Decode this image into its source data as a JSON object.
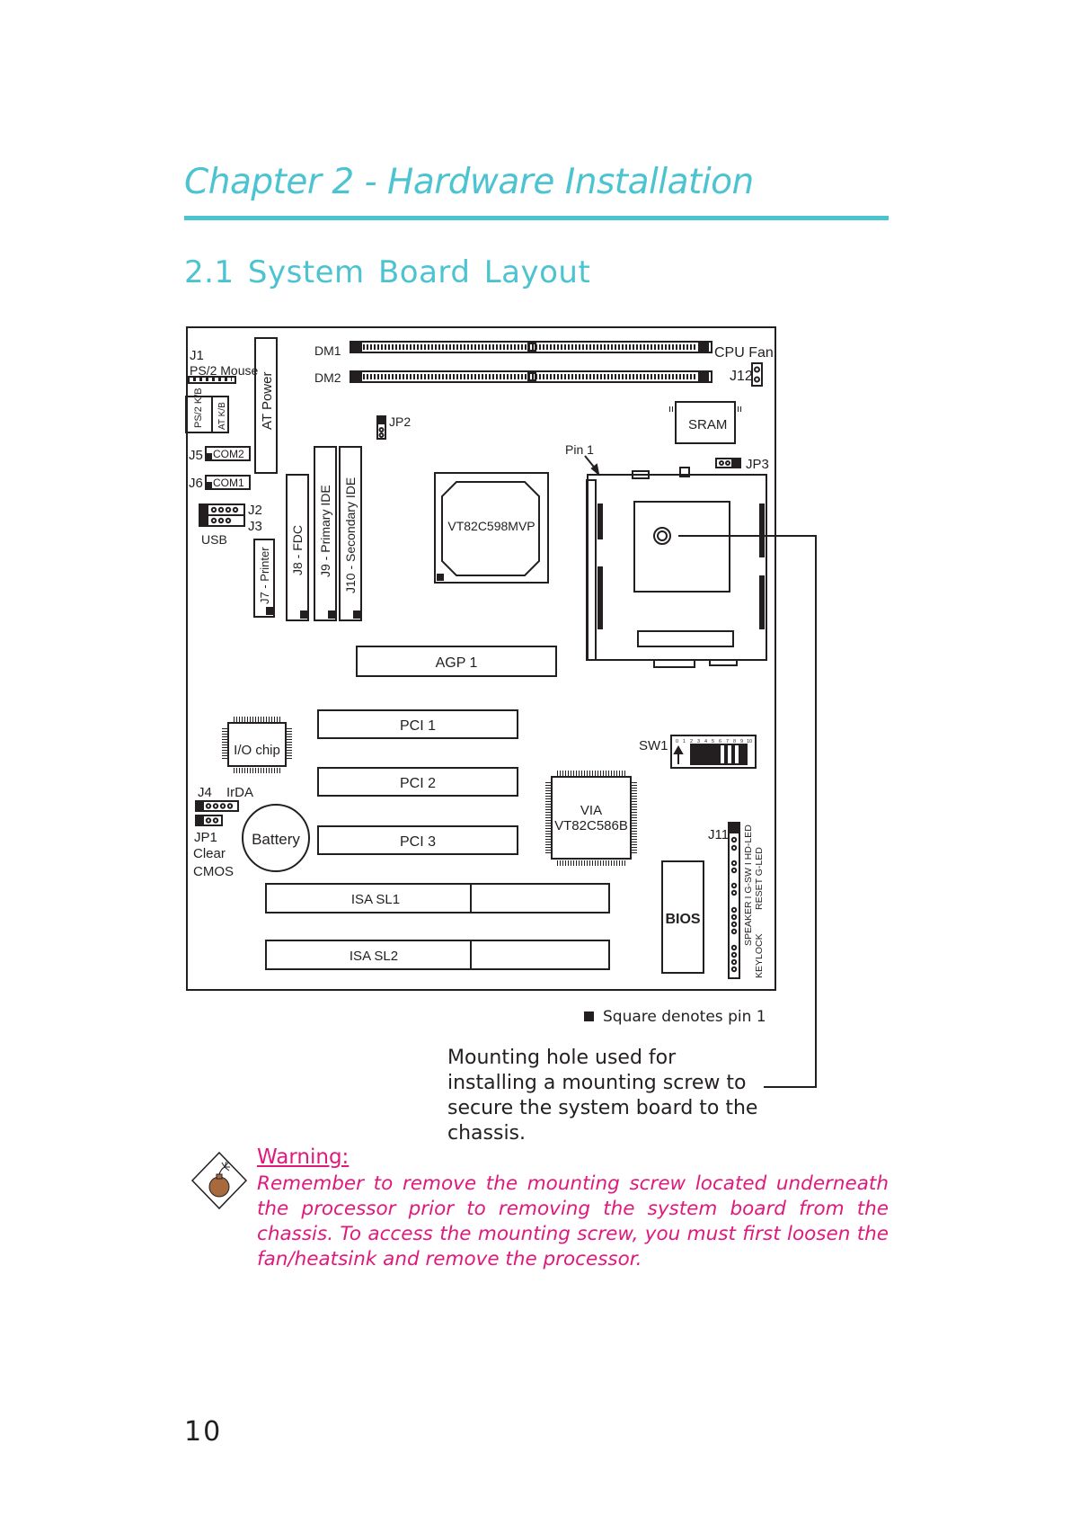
{
  "chapter_title": "Chapter 2 - Hardware Installation",
  "section_title": "2.1 System Board Layout",
  "colors": {
    "accent": "#4cc3d1",
    "warning": "#e0197d",
    "ink": "#231f20",
    "icon_fill": "#a86a3c"
  },
  "board": {
    "dimm_slots": [
      "DM1",
      "DM2"
    ],
    "cpu_fan": "CPU Fan",
    "j12": "J12",
    "sram": "SRAM",
    "jp2": "JP2",
    "jp3": "JP3",
    "pin1": "Pin 1",
    "j1": "J1",
    "ps2_mouse": "PS/2 Mouse",
    "ps2_kb": "PS/2 K/B",
    "at_kb": "AT K/B",
    "at_power": "AT Power",
    "j5": "J5",
    "com2": "COM2",
    "j6": "J6",
    "com1": "COM1",
    "j2": "J2",
    "j3": "J3",
    "usb": "USB",
    "j7": "J7 - Printer",
    "j8": "J8 - FDC",
    "j9": "J9 - Primary IDE",
    "j10": "J10 - Secondary IDE",
    "northbridge": "VT82C598MVP",
    "agp": "AGP 1",
    "pci_slots": [
      "PCI 1",
      "PCI 2",
      "PCI 3"
    ],
    "io_chip": "I/O chip",
    "sw1": "SW1",
    "sw1_numbers": [
      "0",
      "1",
      "2",
      "3",
      "4",
      "5",
      "6",
      "7",
      "8",
      "9",
      "10"
    ],
    "j4": "J4",
    "irda": "IrDA",
    "jp1": "JP1",
    "clear": "Clear",
    "cmos": "CMOS",
    "battery": "Battery",
    "southbridge_vendor": "VIA",
    "southbridge": "VT82C586B",
    "j11": "J11",
    "front_panel_row1": "SPEAKER I G-SW I HD-LED",
    "front_panel_row2": "RESET  G-LED",
    "keylock": "KEYLOCK",
    "bios": "BIOS",
    "isa_slots": [
      "ISA SL1",
      "ISA SL2"
    ]
  },
  "legend_text": "Square denotes pin 1",
  "caption": "Mounting hole used for installing a mounting screw to secure the system board to the chassis.",
  "warning": {
    "title": "Warning:",
    "text": "Remember to remove the mounting screw located underneath the processor prior to removing the system board from the chassis. To access the mounting screw, you must first loosen the fan/heatsink and remove the processor."
  },
  "page_number": "10"
}
